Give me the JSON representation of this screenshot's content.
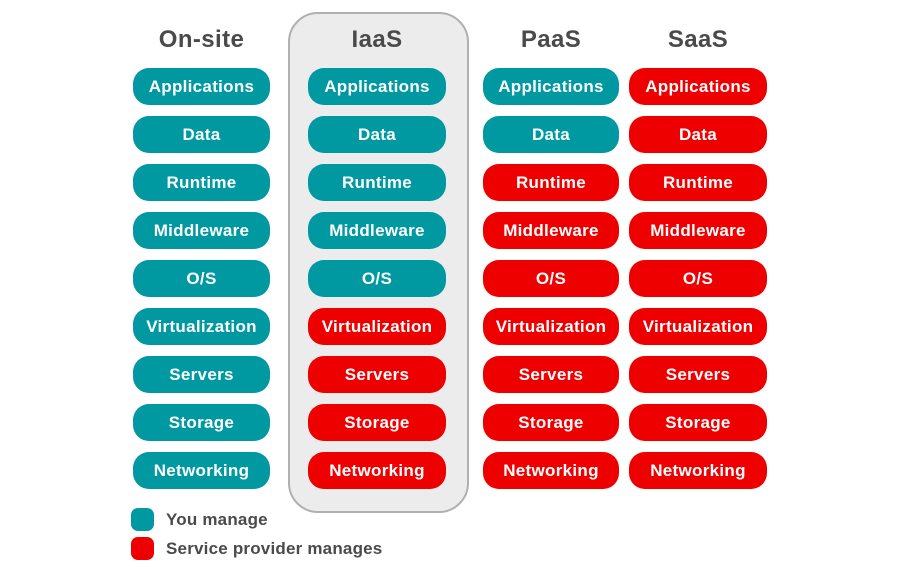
{
  "colors": {
    "you_manage": "#0099a2",
    "provider_manages": "#ee0000",
    "panel_fill": "#ececec",
    "panel_border": "#b0b0b0",
    "header_text": "#4a4a4a"
  },
  "columns": [
    {
      "title": "On-site",
      "highlighted": false,
      "layers": [
        {
          "label": "Applications",
          "managed_by": "you_manage"
        },
        {
          "label": "Data",
          "managed_by": "you_manage"
        },
        {
          "label": "Runtime",
          "managed_by": "you_manage"
        },
        {
          "label": "Middleware",
          "managed_by": "you_manage"
        },
        {
          "label": "O/S",
          "managed_by": "you_manage"
        },
        {
          "label": "Virtualization",
          "managed_by": "you_manage"
        },
        {
          "label": "Servers",
          "managed_by": "you_manage"
        },
        {
          "label": "Storage",
          "managed_by": "you_manage"
        },
        {
          "label": "Networking",
          "managed_by": "you_manage"
        }
      ]
    },
    {
      "title": "IaaS",
      "highlighted": true,
      "layers": [
        {
          "label": "Applications",
          "managed_by": "you_manage"
        },
        {
          "label": "Data",
          "managed_by": "you_manage"
        },
        {
          "label": "Runtime",
          "managed_by": "you_manage"
        },
        {
          "label": "Middleware",
          "managed_by": "you_manage"
        },
        {
          "label": "O/S",
          "managed_by": "you_manage"
        },
        {
          "label": "Virtualization",
          "managed_by": "provider_manages"
        },
        {
          "label": "Servers",
          "managed_by": "provider_manages"
        },
        {
          "label": "Storage",
          "managed_by": "provider_manages"
        },
        {
          "label": "Networking",
          "managed_by": "provider_manages"
        }
      ]
    },
    {
      "title": "PaaS",
      "highlighted": false,
      "layers": [
        {
          "label": "Applications",
          "managed_by": "you_manage"
        },
        {
          "label": "Data",
          "managed_by": "you_manage"
        },
        {
          "label": "Runtime",
          "managed_by": "provider_manages"
        },
        {
          "label": "Middleware",
          "managed_by": "provider_manages"
        },
        {
          "label": "O/S",
          "managed_by": "provider_manages"
        },
        {
          "label": "Virtualization",
          "managed_by": "provider_manages"
        },
        {
          "label": "Servers",
          "managed_by": "provider_manages"
        },
        {
          "label": "Storage",
          "managed_by": "provider_manages"
        },
        {
          "label": "Networking",
          "managed_by": "provider_manages"
        }
      ]
    },
    {
      "title": "SaaS",
      "highlighted": false,
      "layers": [
        {
          "label": "Applications",
          "managed_by": "provider_manages"
        },
        {
          "label": "Data",
          "managed_by": "provider_manages"
        },
        {
          "label": "Runtime",
          "managed_by": "provider_manages"
        },
        {
          "label": "Middleware",
          "managed_by": "provider_manages"
        },
        {
          "label": "O/S",
          "managed_by": "provider_manages"
        },
        {
          "label": "Virtualization",
          "managed_by": "provider_manages"
        },
        {
          "label": "Servers",
          "managed_by": "provider_manages"
        },
        {
          "label": "Storage",
          "managed_by": "provider_manages"
        },
        {
          "label": "Networking",
          "managed_by": "provider_manages"
        }
      ]
    }
  ],
  "legend": {
    "items": [
      {
        "swatch": "you_manage",
        "label": "You manage"
      },
      {
        "swatch": "provider_manages",
        "label": "Service provider manages"
      }
    ]
  }
}
